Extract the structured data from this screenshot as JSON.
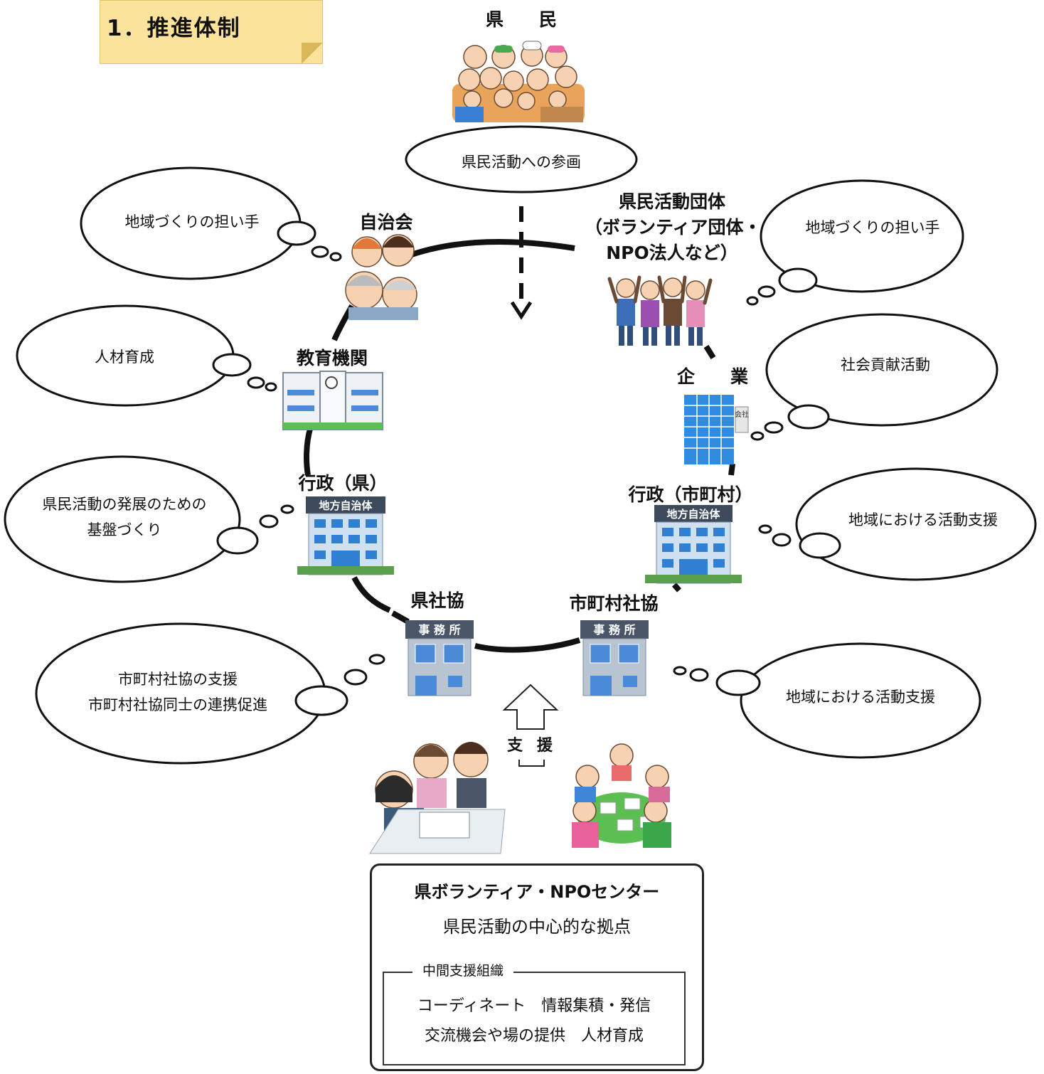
{
  "heading": "1．推進体制",
  "top_label": "県　　民",
  "top_bubble": "県民活動への参画",
  "nodes": {
    "jichikai": "自治会",
    "kenmin_dantai_1": "県民活動団体",
    "kenmin_dantai_2": "（ボランティア団体・",
    "kenmin_dantai_3": "NPO法人など）",
    "kyouiku": "教育機関",
    "kigyou": "企　　業",
    "gyousei_ken": "行政（県）",
    "gyousei_shichouson": "行政（市町村）",
    "ken_shakyou": "県社協",
    "shichouson_shakyou": "市町村社協"
  },
  "bubbles": {
    "jichikai": "地域づくりの担い手",
    "dantai": "地域づくりの担い手",
    "kyouiku": "人材育成",
    "kigyou": "社会貢献活動",
    "ken_1": "県民活動の発展のための",
    "ken_2": "基盤づくり",
    "shichouson": "地域における活動支援",
    "ken_shakyou_1": "市町村社協の支援",
    "ken_shakyou_2": "市町村社協同士の連携促進",
    "shichouson_shakyou": "地域における活動支援"
  },
  "support_label": "支 援",
  "building_signs": {
    "local_gov": "地方自治体",
    "office": "事 務 所",
    "company": "会社"
  },
  "center": {
    "title": "県ボランティア・NPOセンター",
    "subtitle": "県民活動の中心的な拠点",
    "legend": "中間支援組織",
    "line1": "コーディネート　情報集積・発信",
    "line2": "交流機会や場の提供　人材育成"
  },
  "colors": {
    "note": "#fbe39b",
    "building": "#5b8fd1",
    "office": "#b9c4d2"
  }
}
